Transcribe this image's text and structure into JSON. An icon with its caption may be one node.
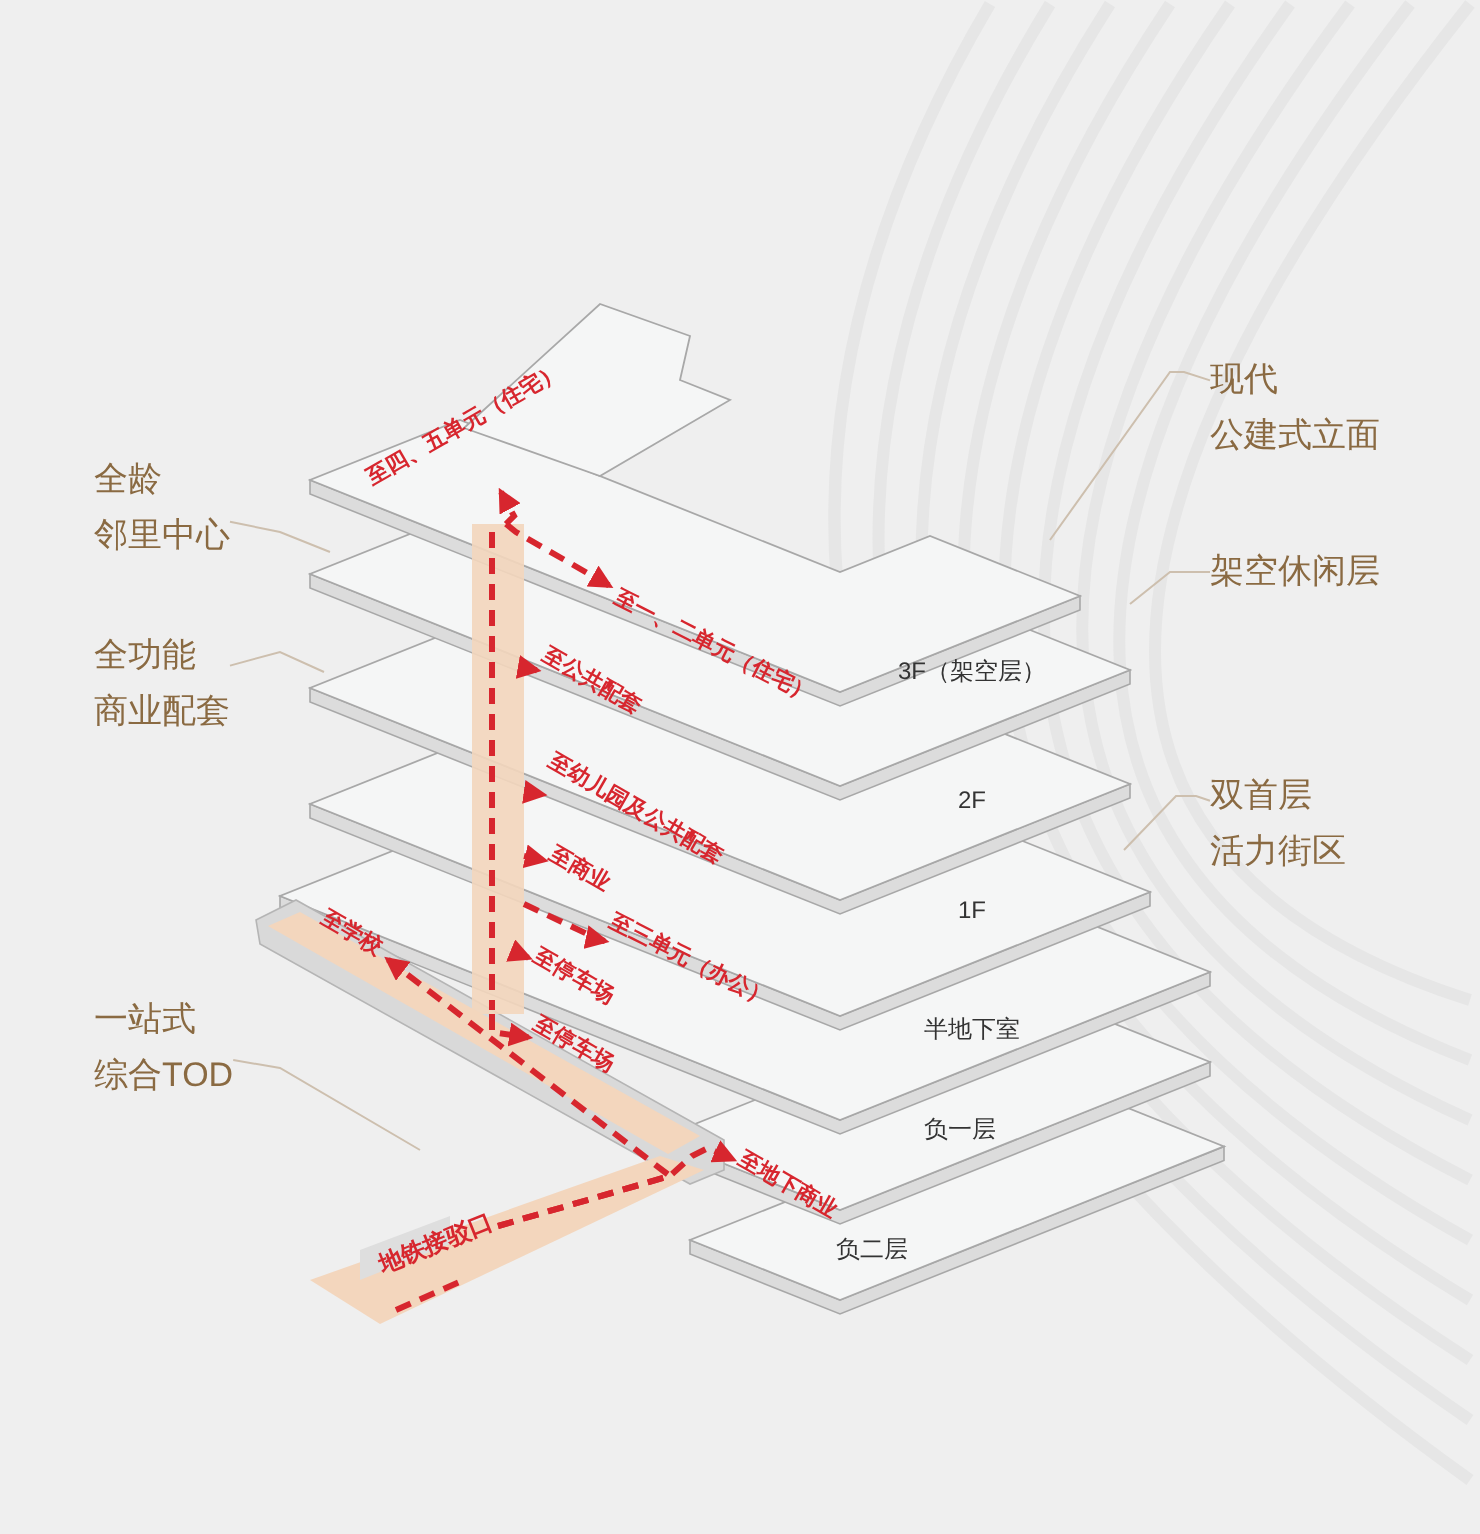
{
  "diagram": {
    "nodes": [
      {
        "text": [
          "全龄",
          "邻里中心"
        ]
      },
      {
        "text": [
          "全功能",
          "商业配套"
        ]
      },
      {
        "text": [
          "一站式",
          "综合TOD"
        ]
      },
      {
        "text": [
          "现代",
          "公建式立面"
        ]
      },
      {
        "text": [
          "架空休闲层"
        ]
      },
      {
        "text": [
          "双首层",
          "活力街区"
        ]
      },
      {
        "text": [],
        "shape": "bar"
      },
      {
        "text": [
          "地铁接驳口"
        ]
      },
      {
        "text": [
          "至四、五单元（住宅）"
        ]
      },
      {
        "text": [
          "至一、二单元（住宅）"
        ]
      },
      {
        "text": [
          "至公共配套"
        ]
      },
      {
        "text": [
          "至幼儿园及公共配套"
        ]
      },
      {
        "text": [
          "至商业"
        ]
      },
      {
        "text": [
          "至三单元（办公）"
        ]
      },
      {
        "text": [
          "至停车场"
        ]
      },
      {
        "text": [
          "至停车场"
        ]
      },
      {
        "text": [
          "至学校"
        ]
      },
      {
        "text": [
          "至地下商业"
        ]
      }
    ],
    "edges": [
      {
        "from": 0,
        "to": null,
        "arrow": "none",
        "color": "#cdbfae"
      },
      {
        "from": 1,
        "to": null,
        "arrow": "none",
        "color": "#cdbfae"
      },
      {
        "from": 2,
        "to": null,
        "arrow": "none",
        "color": "#cdbfae"
      },
      {
        "from": 3,
        "to": null,
        "arrow": "none",
        "color": "#cdbfae"
      },
      {
        "from": 4,
        "to": null,
        "arrow": "none",
        "color": "#cdbfae"
      },
      {
        "from": 5,
        "to": null,
        "arrow": "none",
        "color": "#cdbfae"
      },
      {
        "from": 6,
        "to": 8,
        "arrow": "to",
        "style": "dashed"
      },
      {
        "from": 6,
        "to": 9,
        "arrow": "to",
        "style": "dashed"
      },
      {
        "from": 6,
        "to": 10,
        "arrow": "to",
        "style": "dashed"
      },
      {
        "from": 6,
        "to": 11,
        "arrow": "to",
        "style": "dashed"
      },
      {
        "from": 6,
        "to": 12,
        "arrow": "to",
        "style": "dashed"
      },
      {
        "from": 6,
        "to": 13,
        "arrow": "to",
        "style": "dashed"
      },
      {
        "from": 6,
        "to": 14,
        "arrow": "to",
        "style": "dashed"
      },
      {
        "from": 6,
        "to": 15,
        "arrow": "to",
        "style": "dashed"
      },
      {
        "from": 7,
        "to": 16,
        "arrow": "to",
        "style": "dashed"
      },
      {
        "from": 7,
        "to": 17,
        "arrow": "to",
        "style": "dashed"
      }
    ],
    "labels": [
      "3F（架空层）",
      "2F",
      "1F",
      "半地下室",
      "负一层",
      "负二层"
    ]
  }
}
